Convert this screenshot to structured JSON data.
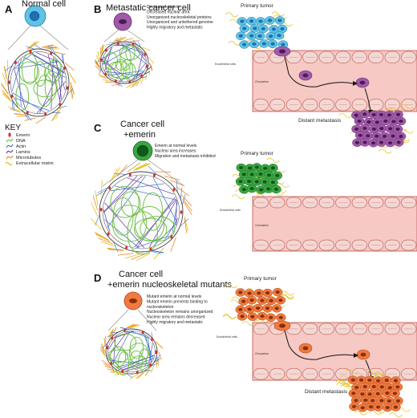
{
  "panels": {
    "a": {
      "letter": "A",
      "title": "Normal cell"
    },
    "b": {
      "letter": "B",
      "title": "Metastatic cancer cell",
      "notes": [
        "Decreased emerin",
        "Decreased nuclear area",
        "Unorganized nucleoskeletal proteins",
        "Unorganized and untethered genome",
        "Highly migratory and metastatic"
      ],
      "primary_tumor": "Primary tumor",
      "endothelial": "Endothelial cells",
      "circulation": "Circulation",
      "distant": "Distant metastasis"
    },
    "c": {
      "letter": "C",
      "title_line1": "Cancer cell",
      "title_line2": "+emerin",
      "notes": [
        "Emerin at normal levels",
        "Nuclear area increases",
        "Migration and metastasis inhibited"
      ],
      "primary_tumor": "Primary tumor",
      "endothelial": "Endothelial cells",
      "circulation": "Circulation"
    },
    "d": {
      "letter": "D",
      "title_line1": "Cancer cell",
      "title_line2": "+emerin nucleoskeletal mutants",
      "notes": [
        "Mutant emerin at normal levels",
        "Mutant emerin prevents binding to",
        "nucleoskeleton",
        "Nucleoskeleton remains unorganized",
        "Nuclear area remains decreased",
        "Highly migratory and metastatic"
      ],
      "primary_tumor": "Primary tumor",
      "endothelial": "Endothelial cells",
      "circulation": "Circulation",
      "distant": "Distant metastasis"
    }
  },
  "key": {
    "title": "KEY",
    "items": [
      {
        "label": "Emerin",
        "color": "#d32f2f"
      },
      {
        "label": "DNA",
        "color": "#6abf3f"
      },
      {
        "label": "Actin",
        "color": "#3a6fc4"
      },
      {
        "label": "Lamins",
        "color": "#5b3fa0"
      },
      {
        "label": "Microtubules",
        "color": "#e88b2a"
      },
      {
        "label": "Extracellular matrix",
        "color": "#e2c11c"
      }
    ]
  },
  "colors": {
    "normal_cell": "#5ec3e6",
    "metastatic_cell": "#a05aa8",
    "emerin_cell": "#3aa642",
    "mutant_cell": "#f07a40",
    "vessel_fill": "#f6c9c4",
    "vessel_cell": "#f3d7d3",
    "vessel_stroke": "#c0544c"
  }
}
